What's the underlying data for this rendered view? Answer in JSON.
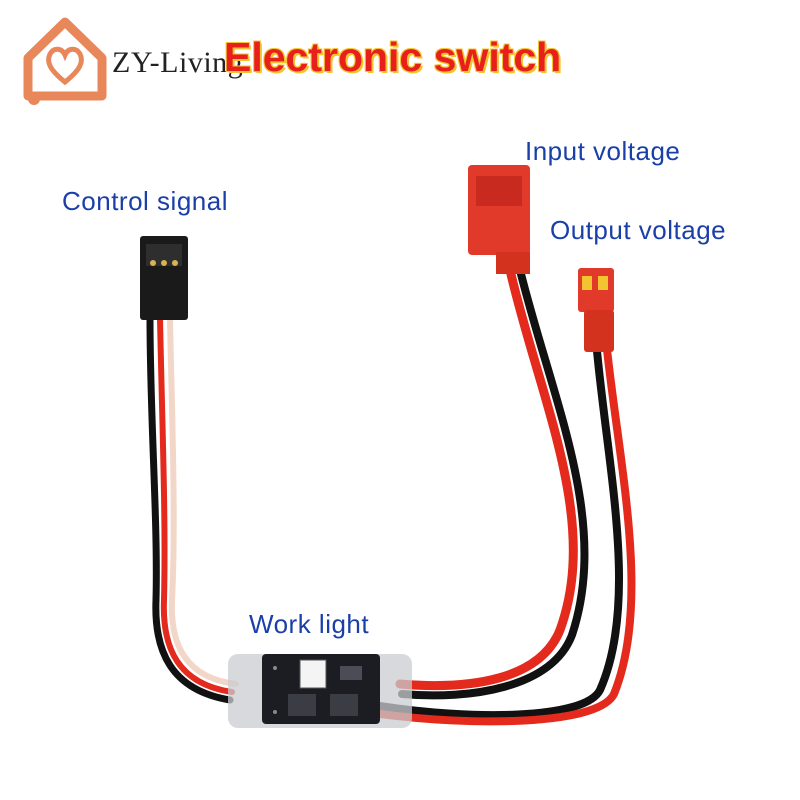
{
  "brand": {
    "logo": "house-heart-logo",
    "name": "ZY-Living"
  },
  "title": "Electronic switch",
  "labels": {
    "control_signal": "Control signal",
    "input_voltage": "Input voltage",
    "output_voltage": "Output voltage",
    "work_light": "Work light"
  },
  "colors": {
    "title": "#e8201c",
    "title_outline": "#f2c530",
    "label": "#1a3fa8",
    "logo": "#e8875a",
    "wire_red": "#e42a1d",
    "wire_black": "#111111",
    "connector_red": "#e23a2a",
    "connector_black": "#1a1a1a"
  }
}
